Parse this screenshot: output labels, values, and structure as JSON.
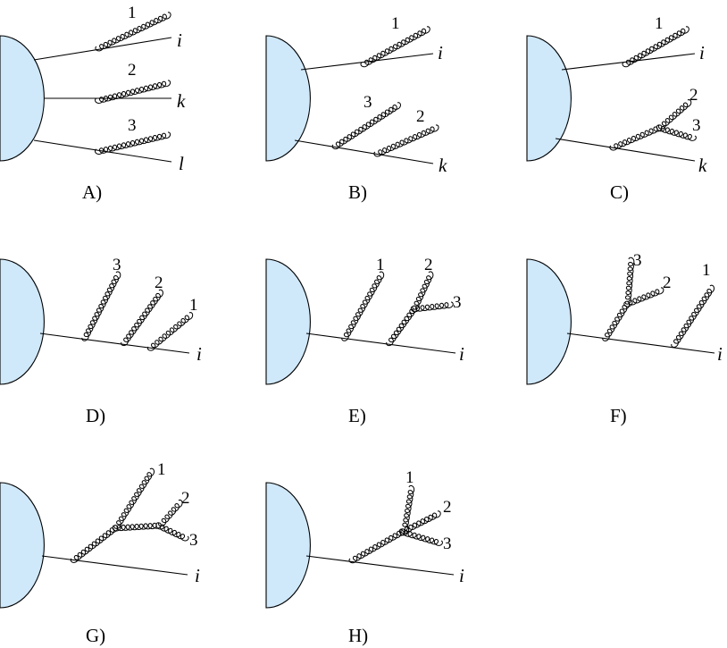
{
  "panels": [
    {
      "caption": "A)",
      "legs": [
        "i",
        "k",
        "l"
      ],
      "gluons": [
        "1",
        "2",
        "3"
      ]
    },
    {
      "caption": "B)",
      "legs": [
        "i",
        "k"
      ],
      "gluons": [
        "1",
        "3",
        "2"
      ]
    },
    {
      "caption": "C)",
      "legs": [
        "i",
        "k"
      ],
      "gluons": [
        "1",
        "2",
        "3"
      ]
    },
    {
      "caption": "D)",
      "legs": [
        "i"
      ],
      "gluons": [
        "3",
        "2",
        "1"
      ]
    },
    {
      "caption": "E)",
      "legs": [
        "i"
      ],
      "gluons": [
        "1",
        "2",
        "3"
      ]
    },
    {
      "caption": "F)",
      "legs": [
        "i"
      ],
      "gluons": [
        "3",
        "2",
        "1"
      ]
    },
    {
      "caption": "G)",
      "legs": [
        "i"
      ],
      "gluons": [
        "1",
        "2",
        "3"
      ]
    },
    {
      "caption": "H)",
      "legs": [
        "i"
      ],
      "gluons": [
        "1",
        "2",
        "3"
      ]
    }
  ],
  "colors": {
    "blob_fill": "#cfe8fa",
    "stroke": "#000000"
  }
}
